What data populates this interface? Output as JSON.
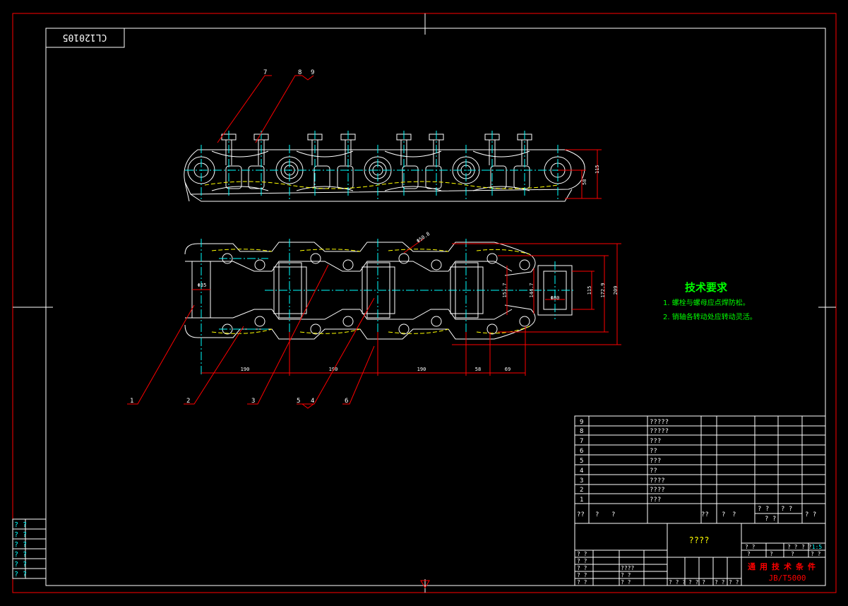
{
  "drawing": {
    "code_box": "CL120105",
    "colors": {
      "outer_frame": "#ff0000",
      "border": "#ffffff",
      "part": "#ffffff",
      "center_line": "#00ffff",
      "leader": "#ff0000",
      "dimension": "#ff0000",
      "dim_text": "#ffffff",
      "hidden": "#ffff00",
      "notes": "#00ff00",
      "title_text": "#ff0000",
      "sheet_no": "#00ffff"
    },
    "balloons": [
      "1",
      "2",
      "3",
      "5",
      "4",
      "6",
      "7",
      "8",
      "9"
    ],
    "dimensions": {
      "side_small": "58",
      "side_large": "115",
      "pitch_1": "190",
      "pitch_2": "190",
      "pitch_3": "190",
      "seg_58": "58",
      "seg_69": "69",
      "dia_35": "Φ35",
      "dia_80": "Φ80",
      "dia_top": "Φ50.8",
      "w1": "151.7",
      "w2": "144.7",
      "w3": "115",
      "w4": "172.9",
      "w5": "209"
    },
    "notes": {
      "title": "技术要求",
      "lines": [
        "1. 螺栓与螺母应点焊防松。",
        "2. 销轴各转动处应转动灵活。"
      ]
    },
    "bom": {
      "rows": [
        {
          "no": "9",
          "name": "?????"
        },
        {
          "no": "8",
          "name": "?????"
        },
        {
          "no": "7",
          "name": "???"
        },
        {
          "no": "6",
          "name": "??"
        },
        {
          "no": "5",
          "name": "???"
        },
        {
          "no": "4",
          "name": "??"
        },
        {
          "no": "3",
          "name": "????"
        },
        {
          "no": "2",
          "name": "????"
        },
        {
          "no": "1",
          "name": "???"
        }
      ],
      "header": [
        "??",
        "?",
        "?",
        "??",
        "?",
        "?",
        "? ?",
        "? ?",
        "? ?",
        "? ?",
        "? ?"
      ]
    },
    "title_block": {
      "drawing_name": "????",
      "company": "通用技术条件",
      "standard": "JB/T5000",
      "sheet": "1:5",
      "cells": [
        "? ?",
        "? ?",
        "? ?",
        "?",
        "?",
        "?",
        "? ?",
        "????",
        "? ?",
        "? ?",
        "? ? ?",
        "? ? ?",
        "? ?",
        "? ?",
        "? ?"
      ]
    },
    "left_strip": [
      "? ?",
      "? ?",
      "? ?",
      "? ?",
      "? ?",
      "? ?"
    ]
  }
}
